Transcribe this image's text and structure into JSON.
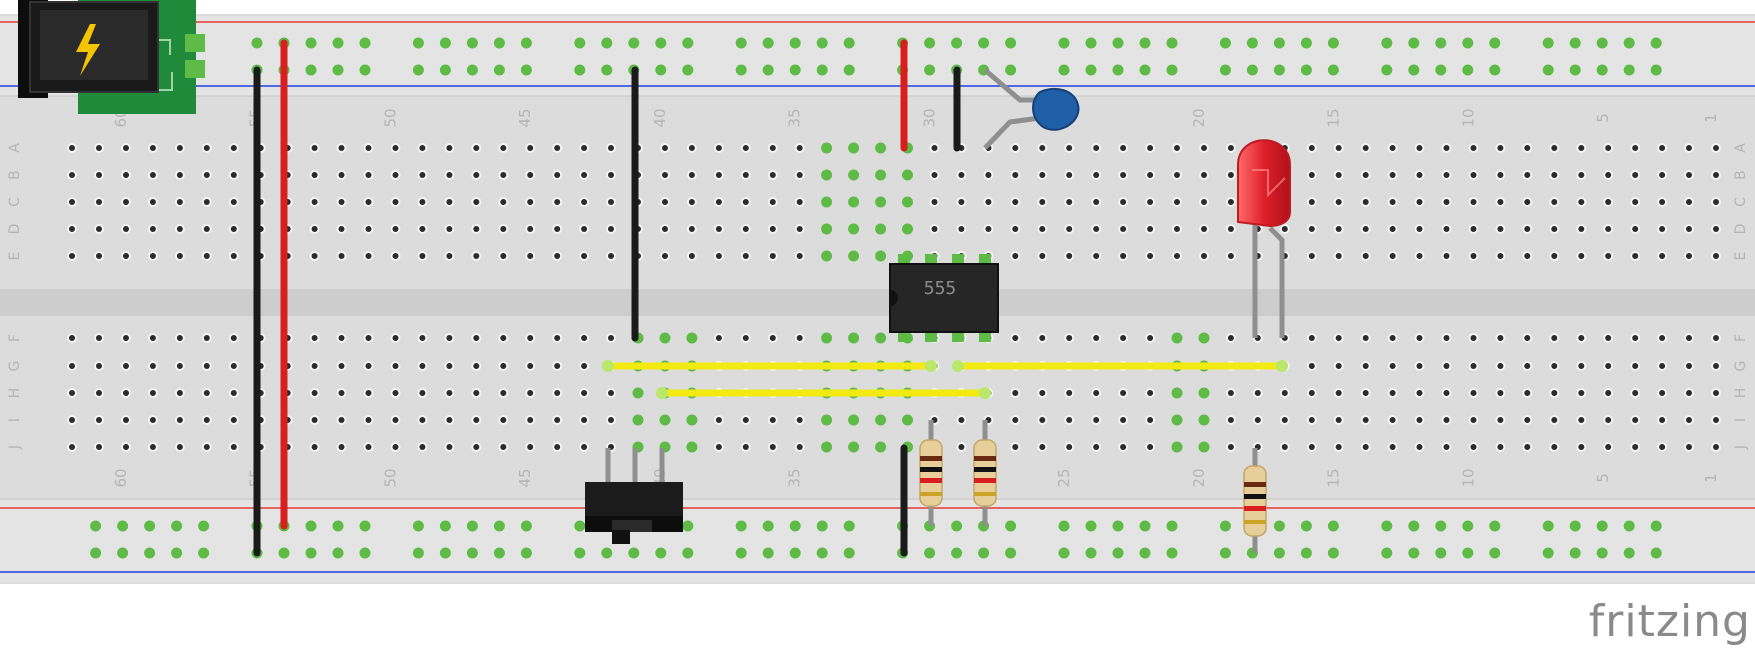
{
  "app": {
    "logo_text": "fritzing"
  },
  "breadboard": {
    "row_letters_top": [
      "A",
      "B",
      "C",
      "D",
      "E"
    ],
    "row_letters_bottom": [
      "F",
      "G",
      "H",
      "I",
      "J"
    ],
    "column_numbers": [
      "60",
      "55",
      "50",
      "45",
      "40",
      "35",
      "30",
      "25",
      "20",
      "15",
      "10",
      "5",
      "1"
    ],
    "rail_colors": {
      "positive": "#e53935",
      "negative": "#1e3fe0"
    }
  },
  "components": {
    "ic_555": {
      "label": "555"
    },
    "power_jack": {
      "icon": "lightning-bolt-icon"
    },
    "led": {
      "color": "#e0202a"
    },
    "capacitor": {
      "color": "#1f5fa8"
    },
    "switch": {
      "color": "#111111"
    },
    "resistor_count": 3
  },
  "colors": {
    "board": "#dcdcdc",
    "rail_area": "#e2e2e2",
    "hole": "#2b2b2b",
    "connected_hole": "#5dbb46",
    "wire_red": "#d81e1e",
    "wire_black": "#1a1a1a",
    "wire_yellow": "#f2ea10",
    "pcb_green": "#1e8a3a"
  }
}
